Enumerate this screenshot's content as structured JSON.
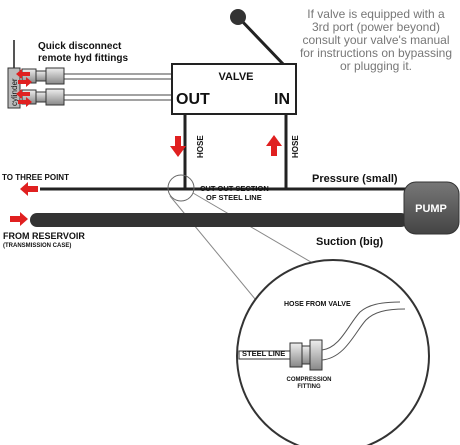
{
  "note": {
    "lines": [
      "If valve is equipped with a",
      "3rd port (power beyond)",
      "consult your valve's manual",
      "for instructions on bypassing",
      "or plugging it."
    ]
  },
  "fittings": {
    "title_line1": "Quick disconnect",
    "title_line2": "remote hyd fittings",
    "cylinder_label": "cylinder"
  },
  "valve": {
    "title": "VALVE",
    "out_label": "OUT",
    "in_label": "IN"
  },
  "hoses": {
    "left_label": "HOSE",
    "right_label": "HOSE"
  },
  "lines": {
    "three_point": "TO THREE POINT",
    "cutout_line1": "CUT OUT SECTION",
    "cutout_line2": "OF STEEL LINE",
    "pressure": "Pressure (small)",
    "reservoir_line1": "FROM RESERVOIR",
    "reservoir_line2": "(TRANSMISSION CASE)",
    "suction": "Suction (big)"
  },
  "pump": {
    "label": "PUMP"
  },
  "detail": {
    "hose_from_valve": "HOSE FROM VALVE",
    "steel_line": "STEEL LINE",
    "compression_line1": "COMPRESSION",
    "compression_line2": "FITTING"
  },
  "colors": {
    "arrow": "#e02020",
    "line": "#222222",
    "pump": "#555555",
    "valve_fill": "#ffffff",
    "note_text": "#777777"
  }
}
